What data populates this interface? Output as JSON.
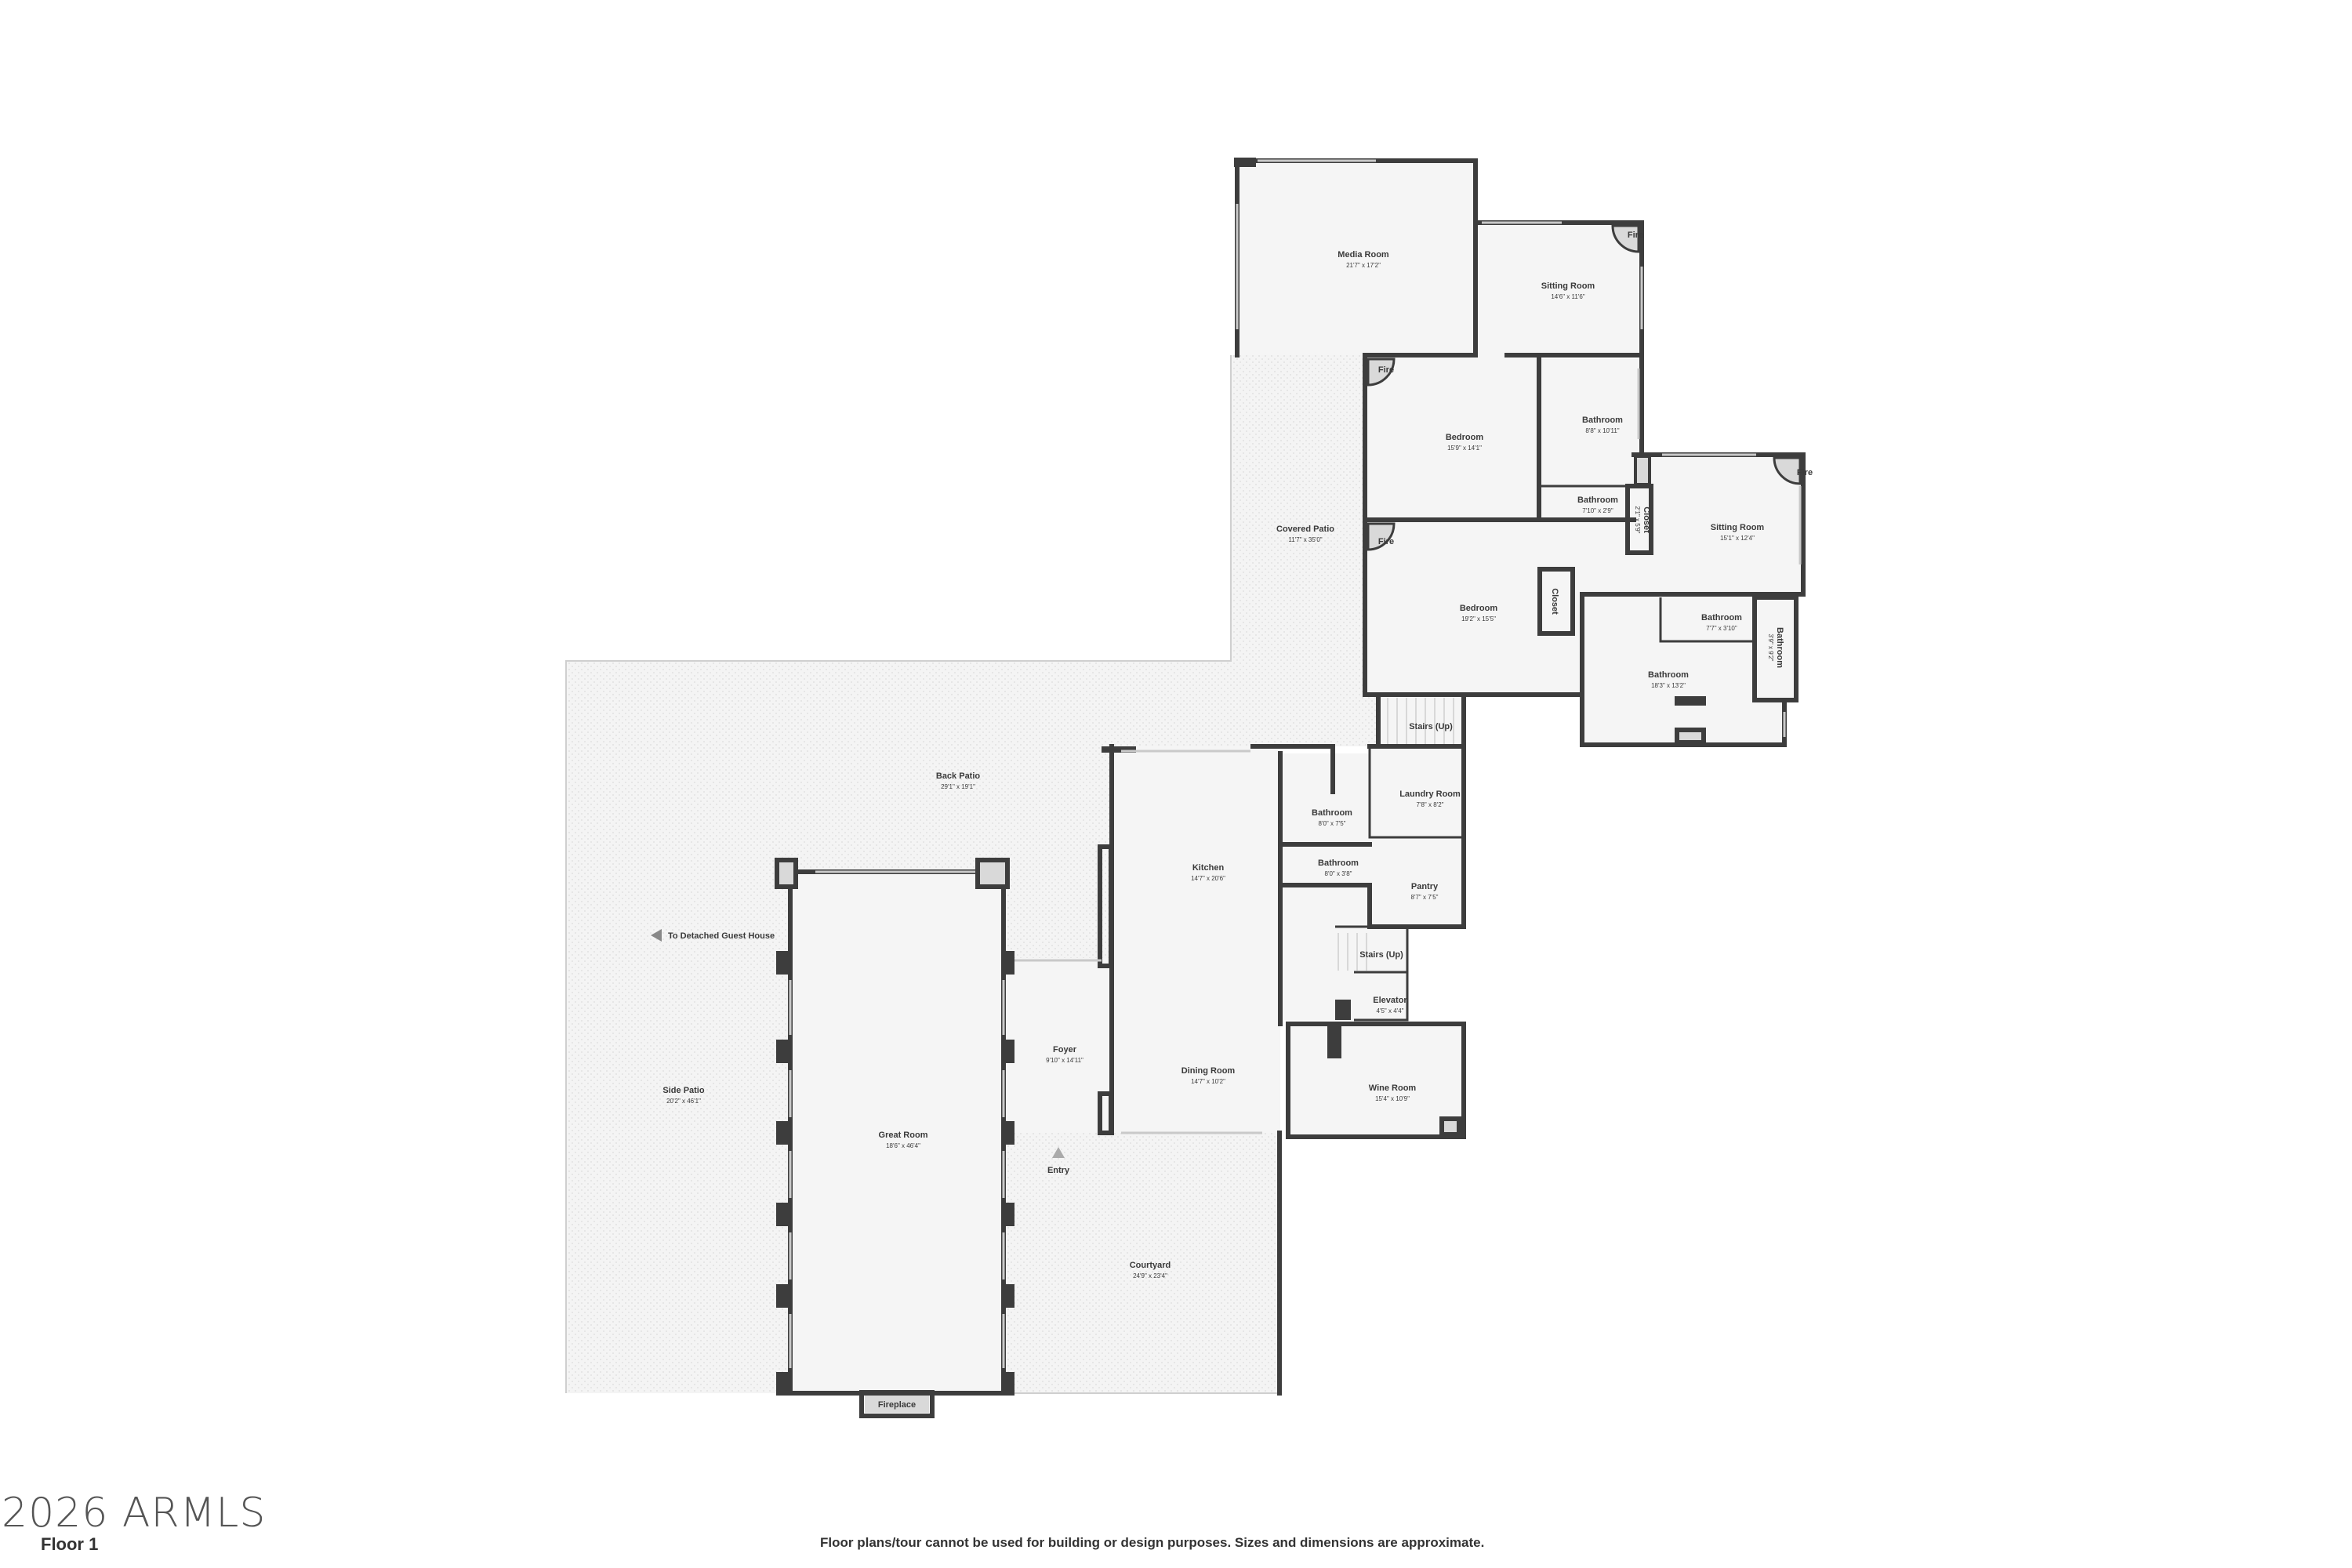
{
  "floor_plan": {
    "floor_label": "Floor 1",
    "watermark": "2026 ARMLS",
    "disclaimer": "Floor plans/tour cannot be used for building or design purposes. Sizes and dimensions are approximate.",
    "guest_house_arrow": "To Detached Guest House",
    "entry_marker": "Entry",
    "rooms": {
      "media_room": {
        "name": "Media Room",
        "dims": "21'7\" x 17'2\""
      },
      "sitting_room_1": {
        "name": "Sitting Room",
        "dims": "14'6\" x 11'6\""
      },
      "fire_1": {
        "name": "Fire"
      },
      "bedroom_1": {
        "name": "Bedroom",
        "dims": "15'9\" x 14'1\""
      },
      "fire_2": {
        "name": "Fire"
      },
      "bathroom_1": {
        "name": "Bathroom",
        "dims": "8'8\" x 10'11\""
      },
      "bathroom_2": {
        "name": "Bathroom",
        "dims": "7'10\" x 2'9\""
      },
      "closet_1": {
        "name": "Closet",
        "dims": "2'1\" x 5'9\""
      },
      "sitting_room_2": {
        "name": "Sitting Room",
        "dims": "15'1\" x 12'4\""
      },
      "fire_3": {
        "name": "Fire"
      },
      "covered_patio": {
        "name": "Covered Patio",
        "dims": "11'7\" x 35'0\""
      },
      "bedroom_2": {
        "name": "Bedroom",
        "dims": "19'2\" x 15'5\""
      },
      "fire_4": {
        "name": "Fire"
      },
      "closet_2": {
        "name": "Closet"
      },
      "bathroom_3": {
        "name": "Bathroom",
        "dims": "7'7\" x 3'10\""
      },
      "bathroom_4": {
        "name": "Bathroom",
        "dims": "3'9\" x 9'2\""
      },
      "bathroom_5": {
        "name": "Bathroom",
        "dims": "18'3\" x 13'2\""
      },
      "stairs_up_1": {
        "name": "Stairs (Up)"
      },
      "back_patio": {
        "name": "Back Patio",
        "dims": "29'1\" x 19'1\""
      },
      "bathroom_6": {
        "name": "Bathroom",
        "dims": "8'0\" x 7'5\""
      },
      "laundry_room": {
        "name": "Laundry Room",
        "dims": "7'8\" x 8'2\""
      },
      "kitchen": {
        "name": "Kitchen",
        "dims": "14'7\" x 20'6\""
      },
      "bathroom_7": {
        "name": "Bathroom",
        "dims": "8'0\" x 3'8\""
      },
      "pantry": {
        "name": "Pantry",
        "dims": "8'7\" x 7'5\""
      },
      "stairs_up_2": {
        "name": "Stairs (Up)"
      },
      "elevator": {
        "name": "Elevator",
        "dims": "4'5\" x 4'4\""
      },
      "foyer": {
        "name": "Foyer",
        "dims": "9'10\" x 14'11\""
      },
      "dining_room": {
        "name": "Dining Room",
        "dims": "14'7\" x 10'2\""
      },
      "wine_room": {
        "name": "Wine Room",
        "dims": "15'4\" x 10'9\""
      },
      "side_patio": {
        "name": "Side Patio",
        "dims": "20'2\" x 46'1\""
      },
      "great_room": {
        "name": "Great Room",
        "dims": "18'6\" x 46'4\""
      },
      "courtyard": {
        "name": "Courtyard",
        "dims": "24'9\" x 23'4\""
      },
      "fireplace": {
        "name": "Fireplace"
      }
    }
  }
}
